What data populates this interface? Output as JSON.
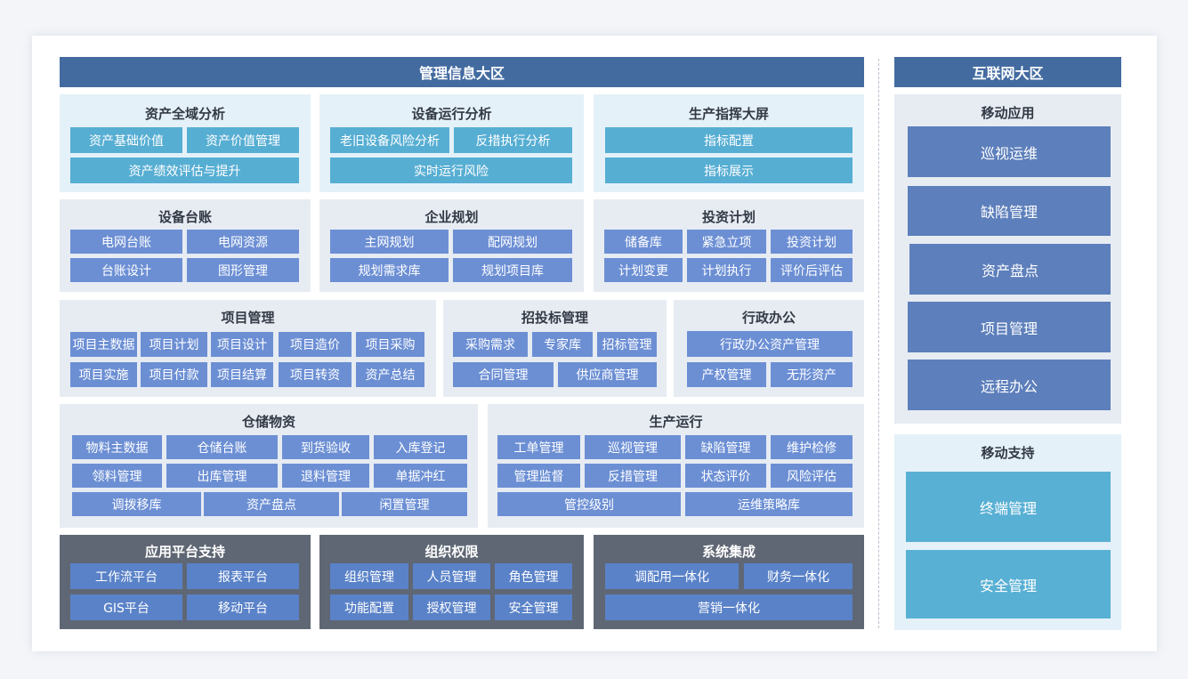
{
  "management_zone": {
    "title": "管理信息大区",
    "asset_analysis": {
      "title": "资产全域分析",
      "items": [
        "资产基础价值",
        "资产价值管理",
        "资产绩效评估与提升"
      ]
    },
    "equipment_analysis": {
      "title": "设备运行分析",
      "items": [
        "老旧设备风险分析",
        "反措执行分析",
        "实时运行风险"
      ]
    },
    "command_screen": {
      "title": "生产指挥大屏",
      "items": [
        "指标配置",
        "指标展示"
      ]
    },
    "equipment_ledger": {
      "title": "设备台账",
      "items": [
        "电网台账",
        "电网资源",
        "台账设计",
        "图形管理"
      ]
    },
    "enterprise_planning": {
      "title": "企业规划",
      "items": [
        "主网规划",
        "配网规划",
        "规划需求库",
        "规划项目库"
      ]
    },
    "investment_plan": {
      "title": "投资计划",
      "items": [
        "储备库",
        "紧急立项",
        "投资计划",
        "计划变更",
        "计划执行",
        "评价后评估"
      ]
    },
    "project_management": {
      "title": "项目管理",
      "items": [
        "项目主数据",
        "项目计划",
        "项目设计",
        "项目造价",
        "项目采购",
        "项目实施",
        "项目付款",
        "项目结算",
        "项目转资",
        "资产总结"
      ]
    },
    "bidding": {
      "title": "招投标管理",
      "items": [
        "采购需求",
        "专家库",
        "招标管理",
        "合同管理",
        "供应商管理"
      ]
    },
    "admin_office": {
      "title": "行政办公",
      "items": [
        "行政办公资产管理",
        "产权管理",
        "无形资产"
      ]
    },
    "warehouse": {
      "title": "仓储物资",
      "items": [
        "物料主数据",
        "仓储台账",
        "到货验收",
        "入库登记",
        "领料管理",
        "出库管理",
        "退料管理",
        "单据冲红",
        "调拨移库",
        "资产盘点",
        "闲置管理"
      ]
    },
    "production_ops": {
      "title": "生产运行",
      "items": [
        "工单管理",
        "巡视管理",
        "缺陷管理",
        "维护检修",
        "管理监督",
        "反措管理",
        "状态评价",
        "风险评估",
        "管控级别",
        "运维策略库"
      ]
    },
    "platform_support": {
      "title": "应用平台支持",
      "items": [
        "工作流平台",
        "报表平台",
        "GIS平台",
        "移动平台"
      ]
    },
    "org_permissions": {
      "title": "组织权限",
      "items": [
        "组织管理",
        "人员管理",
        "角色管理",
        "功能配置",
        "授权管理",
        "安全管理"
      ]
    },
    "system_integration": {
      "title": "系统集成",
      "items": [
        "调配用一体化",
        "财务一体化",
        "营销一体化"
      ]
    }
  },
  "internet_zone": {
    "title": "互联网大区",
    "mobile_apps": {
      "title": "移动应用",
      "items": [
        "巡视运维",
        "缺陷管理",
        "资产盘点",
        "项目管理",
        "远程办公"
      ]
    },
    "mobile_support": {
      "title": "移动支持",
      "items": [
        "终端管理",
        "安全管理"
      ]
    }
  }
}
